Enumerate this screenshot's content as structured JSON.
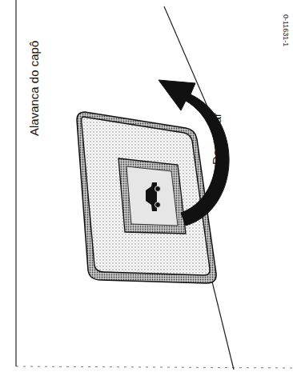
{
  "diagram": {
    "labels": [
      "Alavanca do capô",
      "Destravar",
      "0-11631-1"
    ]
  }
}
